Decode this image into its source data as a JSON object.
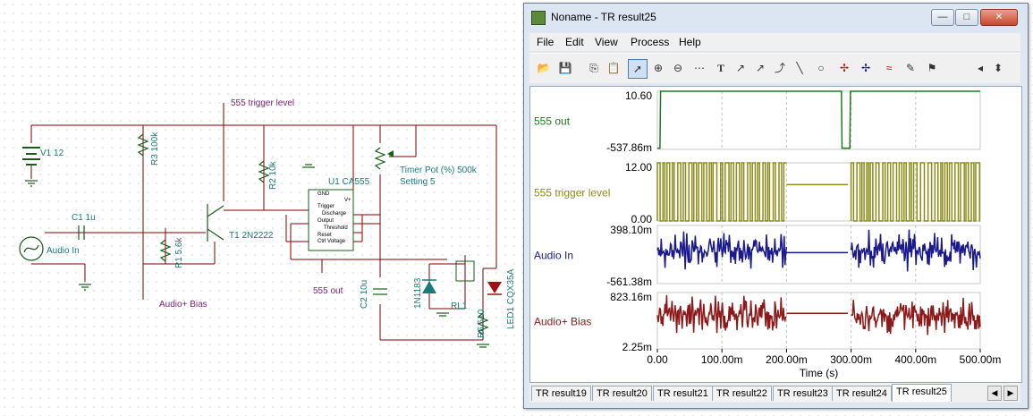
{
  "schematic": {
    "source_v1": "V1 12",
    "r3": "R3 100k",
    "r2": "R2 10k",
    "r1": "R1 5.6k",
    "c1": "C1 1u",
    "c2": "C2 10u",
    "t1": "T1 2N2222",
    "u1": "U1 CA555",
    "u1_pins": [
      "GND",
      "Trigger",
      "Discharge",
      "Output",
      "Threshold",
      "Reset",
      "Ctrl Voltage",
      "V+"
    ],
    "pot_name": "Timer Pot (%) 500k",
    "pot_setting": "Setting 5",
    "d1": "1N1183",
    "rl1": "RL1",
    "r6": "R6 510",
    "led1": "LED1 CQX35A",
    "audio_in": "Audio In",
    "net_trigger": "555 trigger level",
    "net_out": "555 out",
    "net_audio_bias": "Audio+ Bias"
  },
  "window": {
    "title": "Noname - TR result25",
    "controls": [
      "—",
      "□",
      "✕"
    ],
    "menu": [
      "File",
      "Edit",
      "View",
      "Process",
      "Help"
    ],
    "toolbar_icons": [
      "open-folder-icon",
      "save-icon",
      "copy-icon",
      "paste-icon",
      "pointer-icon",
      "zoom-in-icon",
      "zoom-100-icon",
      "grid-icon",
      "text-icon",
      "cursor-a-icon",
      "cursor-b-icon",
      "label-icon",
      "line-icon",
      "circle-icon",
      "cursor-a-red-icon",
      "cursor-b-blue-icon",
      "curves-icon",
      "probe-icon",
      "flag-icon",
      "scroll-left-icon",
      "scroll-updown-icon"
    ],
    "tabs": [
      "TR result19",
      "TR result20",
      "TR result21",
      "TR result22",
      "TR result23",
      "TR result24",
      "TR result25"
    ],
    "active_tab": "TR result25"
  },
  "chart_data": {
    "type": "line",
    "xlabel": "Time (s)",
    "x_ticks": [
      "0.00",
      "100.00m",
      "200.00m",
      "300.00m",
      "400.00m",
      "500.00m"
    ],
    "xlim": [
      0,
      0.5
    ],
    "grid": true,
    "series": [
      {
        "name": "555 out",
        "color": "#1f7a1f",
        "ymax_label": "10.60",
        "ymin_label": "-537.86m",
        "ylim": [
          -0.53786,
          10.6
        ],
        "shape": "step",
        "points": [
          [
            0,
            -0.3
          ],
          [
            0.004,
            -0.3
          ],
          [
            0.005,
            10.6
          ],
          [
            0.285,
            10.6
          ],
          [
            0.286,
            -0.3
          ],
          [
            0.298,
            -0.3
          ],
          [
            0.299,
            10.6
          ],
          [
            0.5,
            10.6
          ]
        ]
      },
      {
        "name": "555 trigger level",
        "color": "#8c8c1a",
        "ymax_label": "12.00",
        "ymin_label": "0.00",
        "ylim": [
          0,
          12
        ],
        "shape": "oscillating",
        "segments": [
          [
            0,
            0.2,
            0,
            12
          ],
          [
            0.2,
            0.295,
            7.5,
            7.5
          ],
          [
            0.3,
            0.5,
            0,
            12
          ]
        ]
      },
      {
        "name": "Audio In",
        "color": "#1a1a8c",
        "ymax_label": "398.10m",
        "ymin_label": "-561.38m",
        "ylim": [
          -0.56138,
          0.3981
        ],
        "shape": "noisy",
        "segments": [
          [
            0,
            0.2,
            -0.45,
            0.35
          ],
          [
            0.2,
            0.295,
            -0.05,
            -0.05
          ],
          [
            0.3,
            0.5,
            -0.45,
            0.35
          ]
        ]
      },
      {
        "name": "Audio+ Bias",
        "color": "#8c1a1a",
        "ymax_label": "823.16m",
        "ymin_label": "2.25m",
        "ylim": [
          0.00225,
          0.82316
        ],
        "shape": "noisy",
        "segments": [
          [
            0,
            0.2,
            0.12,
            0.8
          ],
          [
            0.2,
            0.295,
            0.52,
            0.52
          ],
          [
            0.3,
            0.5,
            0.12,
            0.8
          ]
        ]
      }
    ]
  }
}
